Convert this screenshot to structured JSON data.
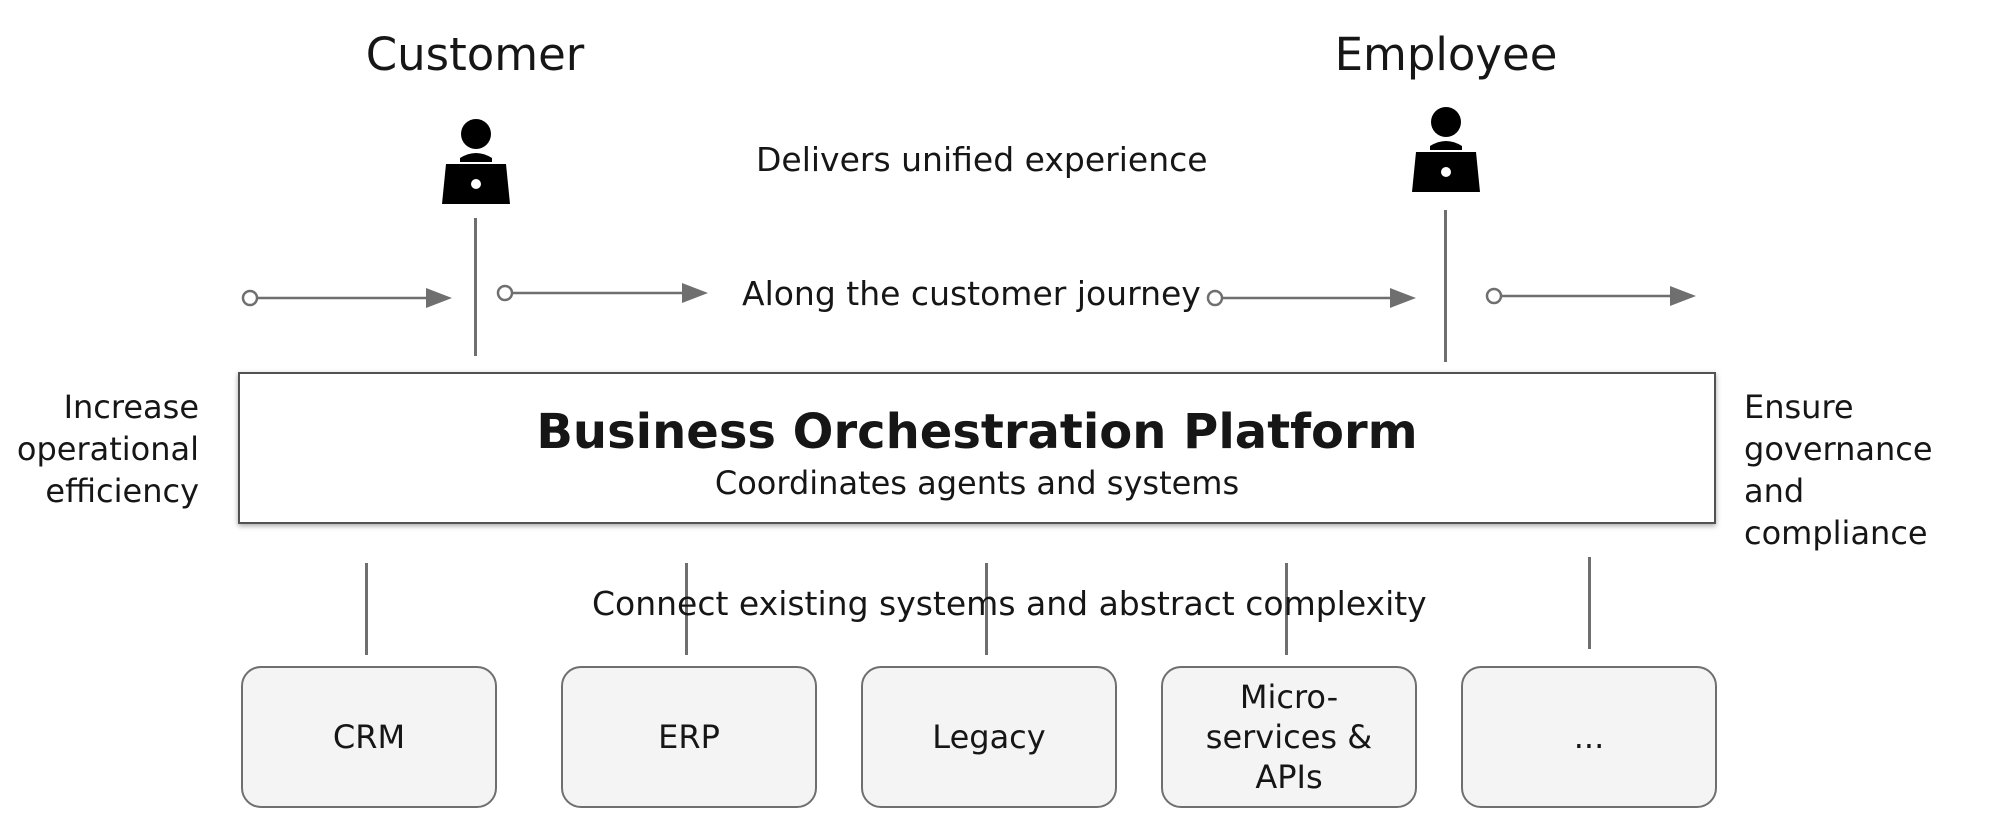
{
  "actors": {
    "customer": "Customer",
    "employee": "Employee"
  },
  "captions": {
    "experience": "Delivers unified experience",
    "journey": "Along the customer journey",
    "connect": "Connect existing systems and abstract complexity"
  },
  "platform": {
    "title": "Business Orchestration Platform",
    "subtitle": "Coordinates agents and systems"
  },
  "sides": {
    "left": [
      "Increase",
      "operational",
      "efficiency"
    ],
    "right": [
      "Ensure",
      "governance and",
      "compliance"
    ]
  },
  "systems": [
    {
      "lines": [
        "CRM"
      ]
    },
    {
      "lines": [
        "ERP"
      ]
    },
    {
      "lines": [
        "Legacy"
      ]
    },
    {
      "lines": [
        "Micro-",
        "services &",
        "APIs"
      ]
    },
    {
      "lines": [
        "..."
      ]
    }
  ],
  "icons": {
    "actor": "person-at-laptop-icon",
    "flow": "arrow-right-icon"
  },
  "colors": {
    "line": "#6f6f6f",
    "box_fill": "#f4f4f4",
    "text": "#161616"
  }
}
